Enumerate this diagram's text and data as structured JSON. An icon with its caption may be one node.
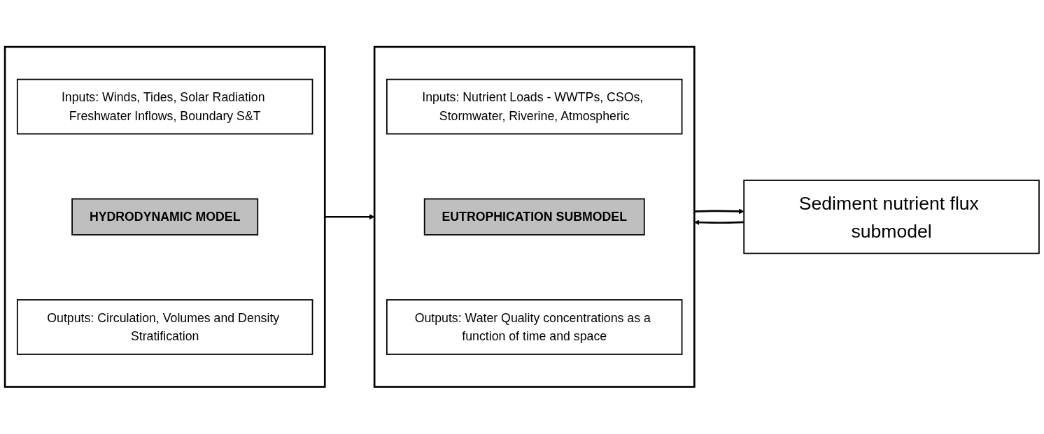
{
  "diagram": {
    "nodes": [
      {
        "text": [],
        "shape": "box"
      },
      {
        "text": [
          "Inputs: Winds, Tides, Solar Radiation Freshwater Inflows, Boundary S&T"
        ],
        "in": 0
      },
      {
        "text": [
          "HYDRODYNAMIC MODEL"
        ],
        "in": 0
      },
      {
        "text": [
          "Outputs: Circulation, Volumes and Density Stratification"
        ],
        "in": 0
      },
      {
        "text": [],
        "shape": "box"
      },
      {
        "text": [
          "Inputs: Nutrient Loads - WWTPs, CSOs, Stormwater, Riverine, Atmospheric"
        ],
        "in": 4
      },
      {
        "text": [
          "EUTROPHICATION SUBMODEL"
        ],
        "in": 4
      },
      {
        "text": [
          "Outputs: Water Quality concentrations as a function of time and space"
        ],
        "in": 4
      },
      {
        "text": [
          "Sediment nutrient flux submodel"
        ]
      }
    ],
    "edges": [
      {
        "from": 0,
        "to": 4,
        "arrow": "to"
      },
      {
        "from": 4,
        "to": 8,
        "arrow": "to"
      },
      {
        "from": 8,
        "to": 4,
        "arrow": "to"
      }
    ]
  }
}
